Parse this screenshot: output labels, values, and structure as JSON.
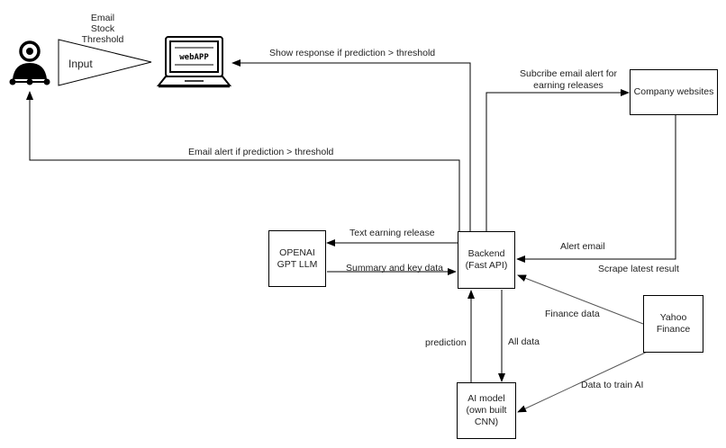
{
  "user_inputs": [
    "Email",
    "Stock",
    "Threshold"
  ],
  "input_label": "Input",
  "webapp_label": "webAPP",
  "nodes": {
    "backend": [
      "Backend",
      "(Fast API)"
    ],
    "openai": [
      "OPENAI",
      "GPT LLM"
    ],
    "company": [
      "Company websites"
    ],
    "yahoo": [
      "Yahoo",
      "Finance"
    ],
    "aimodel": [
      "AI model",
      "(own built",
      "CNN)"
    ]
  },
  "edges": {
    "show_response": "Show response if prediction > threshold",
    "email_alert": "Email alert if prediction > threshold",
    "subscribe": [
      "Subcribe email alert for",
      "earning releases"
    ],
    "alert_email": "Alert email",
    "scrape": "Scrape latest result",
    "text_earning": "Text earning release",
    "summary": "Summary and key data",
    "finance_data": "Finance data",
    "prediction": "prediction",
    "all_data": "All data",
    "train_ai": "Data to train AI"
  }
}
